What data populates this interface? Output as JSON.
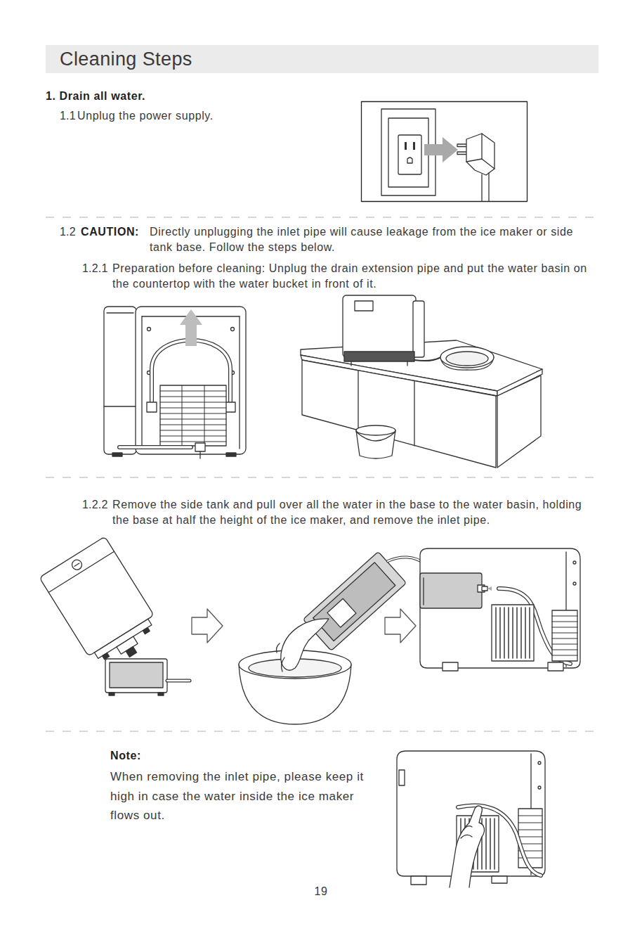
{
  "diagram": {
    "title": "Cleaning Steps",
    "labels": [
      "1. Drain all water.",
      "1.1",
      "Unplug the power supply.",
      "1.2",
      "CAUTION:",
      "Directly unplugging the inlet pipe will cause leakage from the ice maker or side tank base. Follow the steps below.",
      "1.2.1",
      "Preparation before cleaning: Unplug the drain extension pipe and put the water basin on the countertop with the water bucket in front of it.",
      "1.2.2",
      "Remove the side tank and pull over all the water in the base to the water basin, holding the base at half the height of the ice maker, and remove the inlet pipe.",
      "Note:",
      "When removing the inlet pipe, please keep it high in case the water inside the ice maker flows out.",
      "19"
    ]
  }
}
